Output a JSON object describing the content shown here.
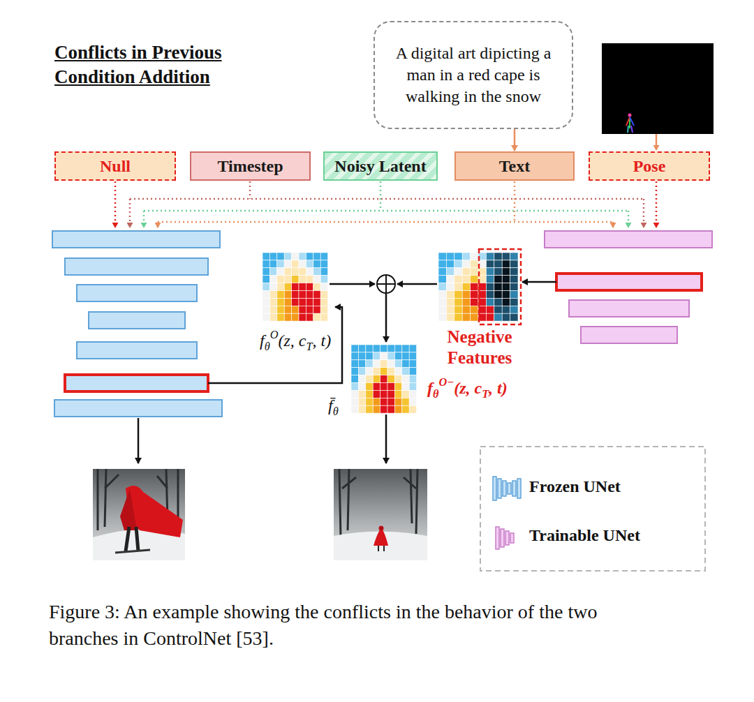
{
  "diagram": {
    "title": "Conflicts in Previous Condition Addition",
    "caption": "Figure 3: An example showing the conflicts in the behavior of the two branches in ControlNet [53].",
    "nodes": [
      {
        "text": [
          "A digital art dipicting a man in a red cape is walking in the snow"
        ]
      },
      {
        "text": [
          "Null"
        ]
      },
      {
        "text": [
          "Timestep"
        ]
      },
      {
        "text": [
          "Noisy Latent"
        ]
      },
      {
        "text": [
          "Text"
        ]
      },
      {
        "text": [
          "Pose"
        ]
      }
    ],
    "edges": [
      {
        "from": 0,
        "to": 4,
        "arrow": "to"
      }
    ],
    "labels": [
      "f",
      "θ",
      "O",
      "(z, c",
      "T",
      ", t)",
      "Negative Features",
      "f",
      "θ",
      "O−",
      "(z, c",
      "T",
      ", t)",
      "f̄",
      "θ"
    ],
    "legend": [
      {
        "text": "Frozen UNet"
      },
      {
        "text": "Trainable UNet"
      }
    ]
  }
}
